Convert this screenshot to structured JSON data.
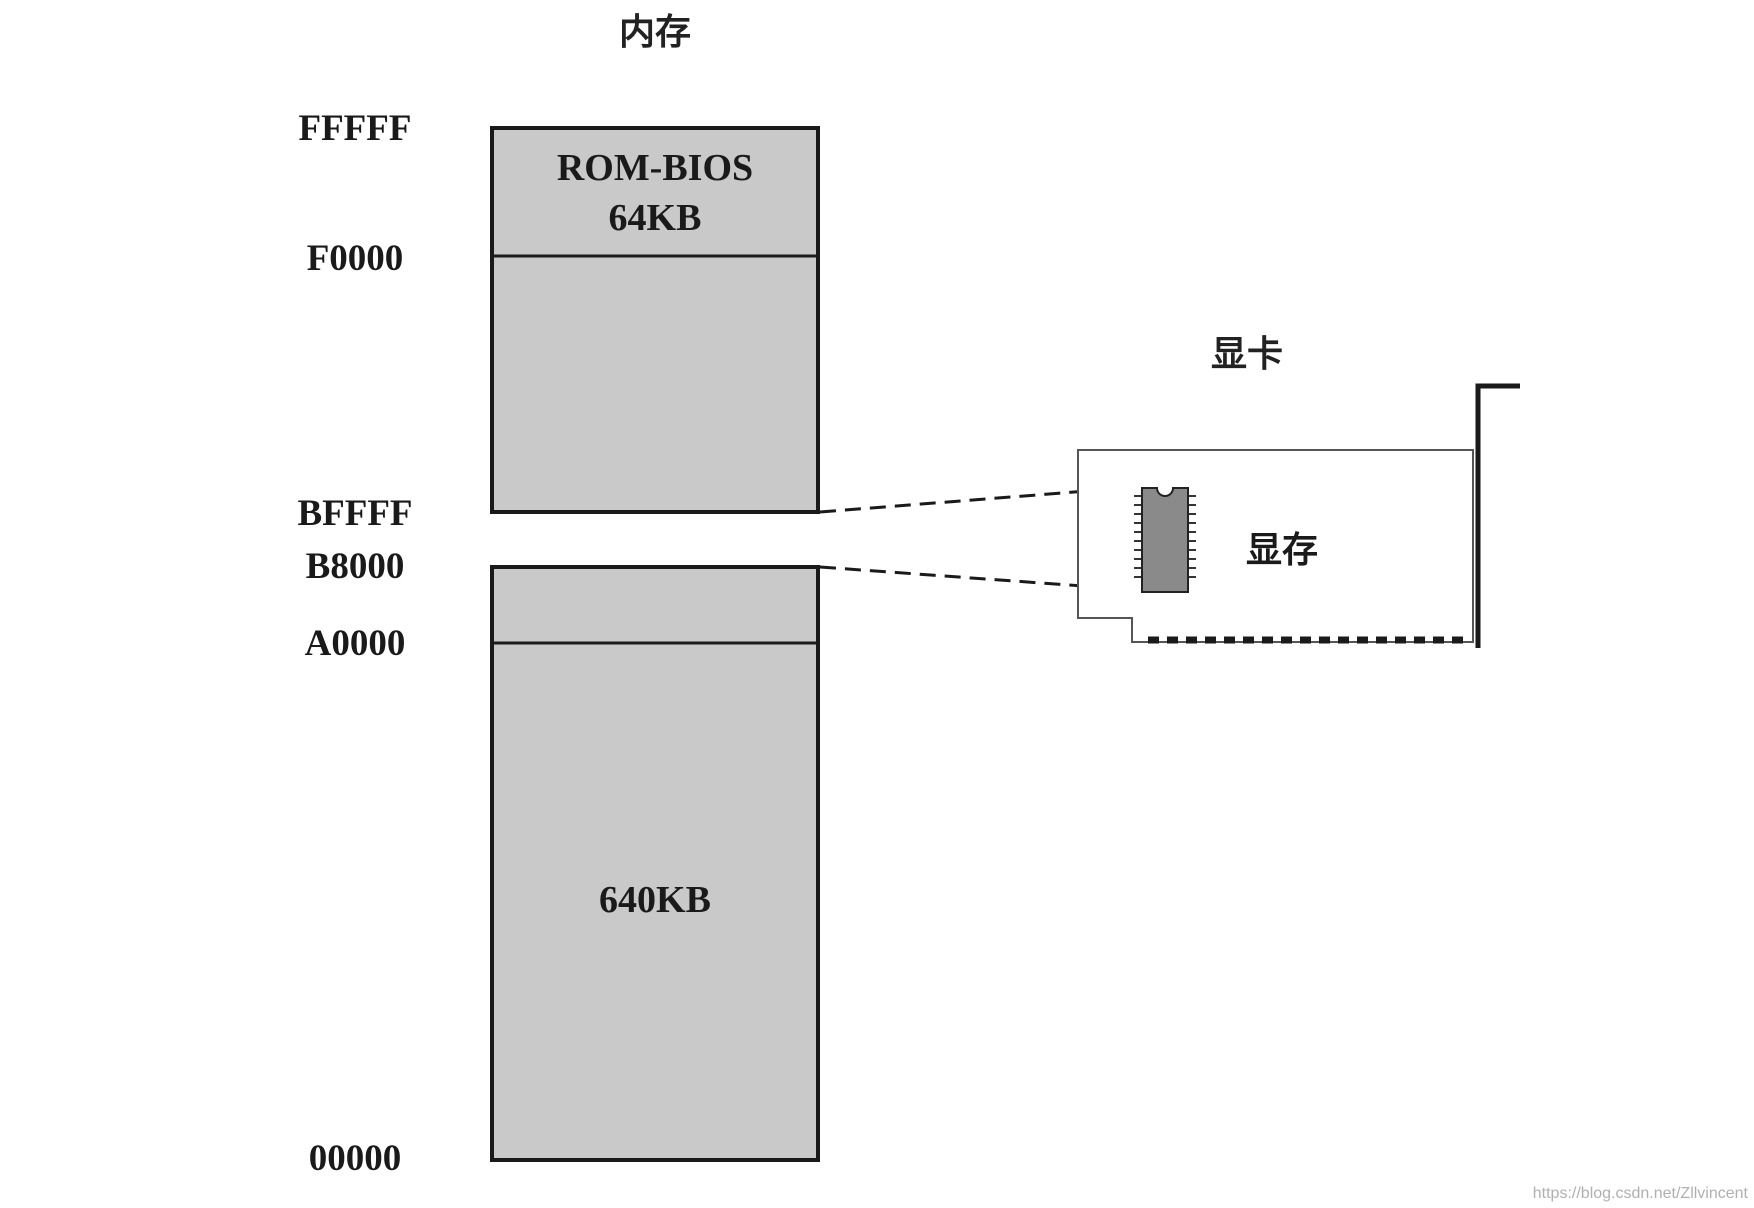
{
  "memory": {
    "title": "内存",
    "addresses": {
      "top": "FFFFF",
      "f0000": "F0000",
      "bffff": "BFFFF",
      "b8000": "B8000",
      "a0000": "A0000",
      "bottom": "00000"
    },
    "regions": {
      "rom_line1": "ROM-BIOS",
      "rom_line2": "64KB",
      "ram": "640KB"
    }
  },
  "graphics_card": {
    "title": "显卡",
    "vram_label": "显存"
  },
  "watermark": "https://blog.csdn.net/Zllvincent",
  "colors": {
    "block_fill": "#c9c9c9",
    "block_stroke": "#1a1a1a",
    "chip_fill": "#8a8a8a",
    "card_stroke": "#555555"
  }
}
